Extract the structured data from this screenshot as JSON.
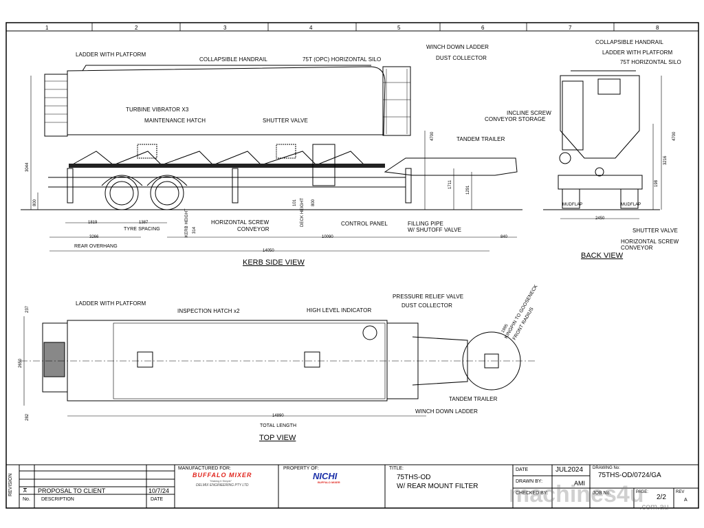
{
  "columns": [
    "1",
    "2",
    "3",
    "4",
    "5",
    "6",
    "7",
    "8"
  ],
  "kerb_side": {
    "title": "KERB SIDE VIEW",
    "labels": {
      "ladder": "LADDER WITH PLATFORM",
      "handrail": "COLLAPSIBLE HANDRAIL",
      "silo": "75T (OPC) HORIZONTAL SILO",
      "winch": "WINCH DOWN LADDER",
      "dust": "DUST COLLECTOR",
      "vibrator": "TURBINE VIBRATOR X3",
      "hatch": "MAINTENANCE HATCH",
      "shutter": "SHUTTER VALVE",
      "trailer": "TANDEM TRAILER",
      "screw1": "HORIZONTAL SCREW",
      "screw2": "CONVEYOR",
      "control": "CONTROL PANEL",
      "filling1": "FILLING PIPE",
      "filling2": "W/ SHUTOFF VALVE",
      "tyre": "TYRE SPACING",
      "overhang": "REAR OVERHANG",
      "kerb": "KERB HEIGHT",
      "deck": "DECK HEIGHT"
    },
    "dims": {
      "d1819": "1819",
      "d1387": "1387",
      "d3266": "3266",
      "d10090": "10090",
      "d840": "840",
      "d14050": "14050",
      "d3044": "3044",
      "d800": "800",
      "d4700": "4700",
      "d1711": "1711",
      "d1291": "1291",
      "d314": "314",
      "d101": "101",
      "d800b": "800"
    }
  },
  "back": {
    "title": "BACK VIEW",
    "labels": {
      "handrail": "COLLAPSIBLE HANDRAIL",
      "ladder": "LADDER WITH PLATFORM",
      "silo": "75T HORIZONTAL SILO",
      "incline1": "INCLINE SCREW",
      "incline2": "CONVEYOR STORAGE",
      "mudflap_l": "MUDFLAP",
      "mudflap_r": "MUDFLAP",
      "shutter": "SHUTTER VALVE",
      "screw1": "HORIZONTAL SCREW",
      "screw2": "CONVEYOR"
    },
    "dims": {
      "d2450": "2450",
      "d4700": "4700",
      "d3216": "3216",
      "d198": "198"
    }
  },
  "top": {
    "title": "TOP VIEW",
    "labels": {
      "ladder": "LADDER WITH PLATFORM",
      "inspection": "INSPECTION HATCH x2",
      "high": "HIGH LEVEL INDICATOR",
      "pressure": "PRESSURE RELIEF VALVE",
      "dust": "DUST COLLECTOR",
      "kingpin1": "KINGPIN TO GOOSENECK",
      "kingpin2": "FRONT RADIUS",
      "trailer": "TANDEM TRAILER",
      "winch": "WINCH DOWN LADDER",
      "total": "TOTAL LENGTH"
    },
    "dims": {
      "d14890": "14890",
      "d237": "237",
      "d2650": "2650",
      "d282": "282",
      "d1995": "1995"
    }
  },
  "title_block": {
    "revision_label": "REVISION",
    "rev_symbol": "A",
    "rev_desc": "PROPOSAL TO CLIENT",
    "rev_date": "10/7/24",
    "no_label": "No.",
    "desc_label": "DESCRIPTION",
    "date_label": "DATE",
    "manufactured_for": "MANUFACTURED FOR:",
    "buffalo": "BUFFALO MIXER",
    "buffalo_tag": "\"Making it Simple\"",
    "delmix": "DELMIX ENGINEERING PTY LTD",
    "property_of": "PROPERTY OF:",
    "nichi": "NICHI",
    "nichi_sub": "BUFFALO MIXER",
    "title_label": "TITLE:",
    "title_line1": "75THS-OD",
    "title_line2": "W/ REAR MOUNT FILTER",
    "date_head": "DATE",
    "date_value": "JUL2024",
    "drawn_label": "DRAWN BY:",
    "drawn_value": "AMI",
    "checked_label": "CHECKED BY:",
    "drawing_no_label": "DRAWING No:",
    "drawing_no": "75THS-OD/0724/GA",
    "job_label": "JOB No.",
    "page_label": "PAGE:",
    "page_value": "2/2",
    "rev_label": "REV",
    "watermark": "machines4u",
    "watermark_sub": ".com.au"
  }
}
